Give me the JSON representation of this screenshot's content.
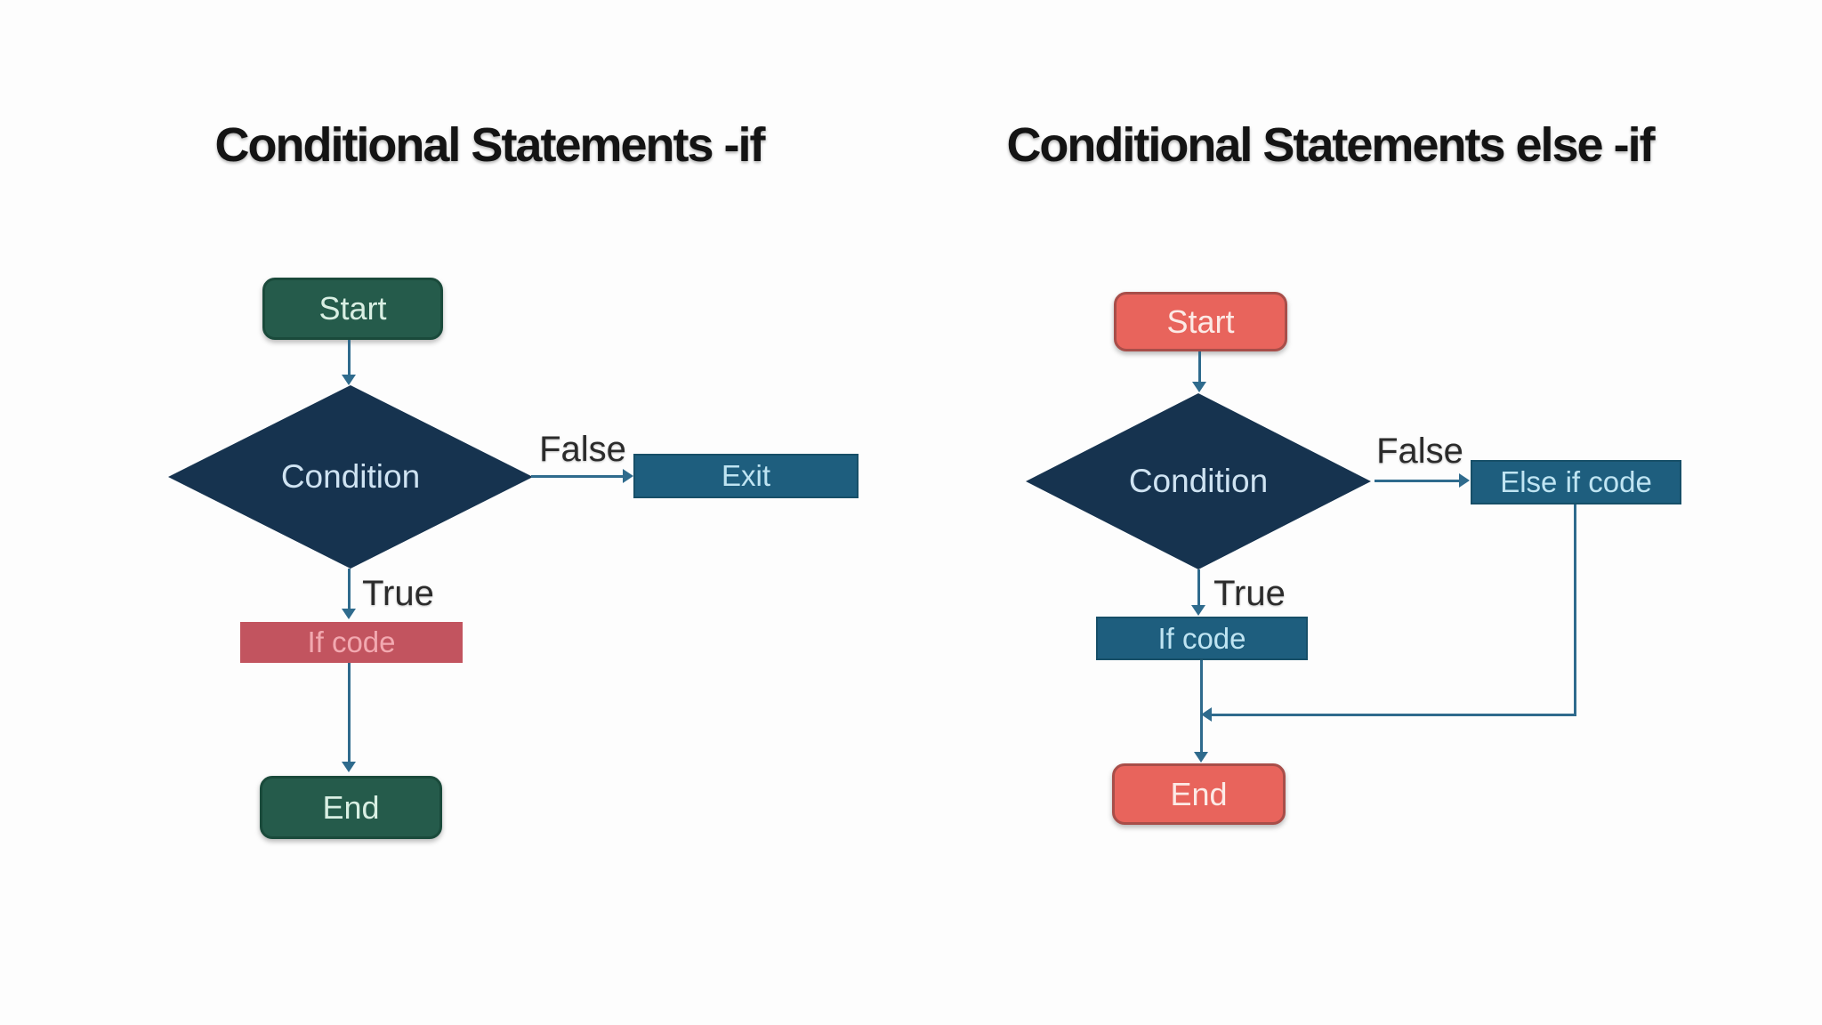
{
  "slide": {
    "description": "Flowchart comparison slide for conditional statements"
  },
  "left_chart": {
    "title": "Conditional Statements -if",
    "nodes": {
      "start": "Start",
      "condition": "Condition",
      "exit": "Exit",
      "if_code": "If code",
      "end": "End"
    },
    "edge_labels": {
      "false": "False",
      "true": "True"
    }
  },
  "right_chart": {
    "title": "Conditional Statements else -if",
    "nodes": {
      "start": "Start",
      "condition": "Condition",
      "else_if_code": "Else if code",
      "if_code": "If code",
      "end": "End"
    },
    "edge_labels": {
      "false": "False",
      "true": "True"
    }
  },
  "colors": {
    "green": "#255b4b",
    "green_border": "#1a4a3b",
    "green_text": "#d9efe3",
    "navy": "#16334f",
    "navy_text": "#cfe3f2",
    "teal": "#1e5e7e",
    "teal_border": "#174f68",
    "teal_text": "#bfe4f2",
    "rose": "#c2545f",
    "rose_text": "#f2a9b0",
    "salmon": "#e8645c",
    "salmon_border": "#a84e49",
    "salmon_text": "#fceae6",
    "connector": "#2f6b8d",
    "label_text": "#2b2b2b",
    "title_text": "#141414",
    "background": "#fdfdfd"
  }
}
